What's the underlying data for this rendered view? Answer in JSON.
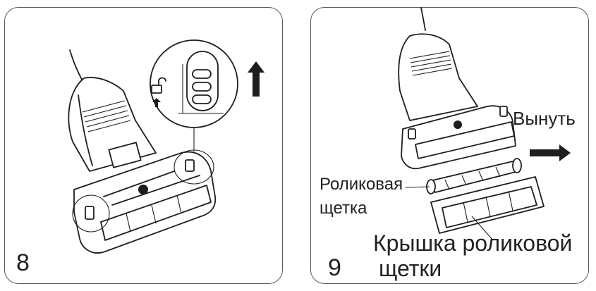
{
  "panels": [
    {
      "step": "8",
      "icons": [
        "unlock-icon",
        "up-arrow-icon"
      ]
    },
    {
      "step": "9",
      "labels": {
        "remove": "Вынуть",
        "roller_brush_line1": "Роликовая",
        "roller_brush_line2": "щетка",
        "cover_line1": "Крышка роликовой",
        "cover_line2": "щетки"
      },
      "icons": [
        "right-arrow-icon"
      ]
    }
  ],
  "colors": {
    "line": "#1e1e1e",
    "border": "#5a5a5a",
    "background": "#ffffff"
  }
}
